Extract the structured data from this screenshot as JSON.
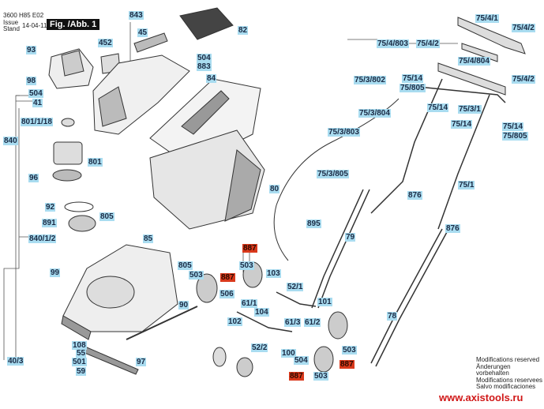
{
  "header": {
    "doc_code": "3600 H85 E02",
    "issue_label": "Issue",
    "stand_label": "Stand",
    "date": "14-04-11",
    "figure": "Fig. /Abb. 1"
  },
  "labels": [
    "93",
    "452",
    "843",
    "45",
    "82",
    "98",
    "504",
    "41",
    "504",
    "883",
    "84",
    "801/1/18",
    "840",
    "801",
    "96",
    "80",
    "92",
    "891",
    "805",
    "840/1/2",
    "85",
    "99",
    "805",
    "503",
    "887",
    "503",
    "887",
    "103",
    "506",
    "61/1",
    "104",
    "102",
    "90",
    "52/2",
    "108",
    "55",
    "501",
    "59",
    "97",
    "40/3",
    "52/1",
    "101",
    "61/3",
    "61/2",
    "100",
    "504",
    "887",
    "503",
    "503",
    "887",
    "78",
    "895",
    "79",
    "876",
    "75/1",
    "876",
    "75/3/805",
    "75/3/803",
    "75/3/802",
    "75/3/804",
    "75/805",
    "75/14",
    "75/4/803",
    "75/4/2",
    "75/4/804",
    "75/4/1",
    "75/4/2",
    "75/4/2",
    "75/14",
    "75/3/1",
    "75/14",
    "75/14",
    "75/805"
  ],
  "highlight_color": "#d9391c",
  "label_color": "#a9dcf0",
  "footer": {
    "modifications": [
      "Modifications reserved",
      "Änderungen vorbehalten",
      "Modifications reservees",
      "Salvo modificaciones"
    ],
    "url": "www.axistools.ru"
  }
}
